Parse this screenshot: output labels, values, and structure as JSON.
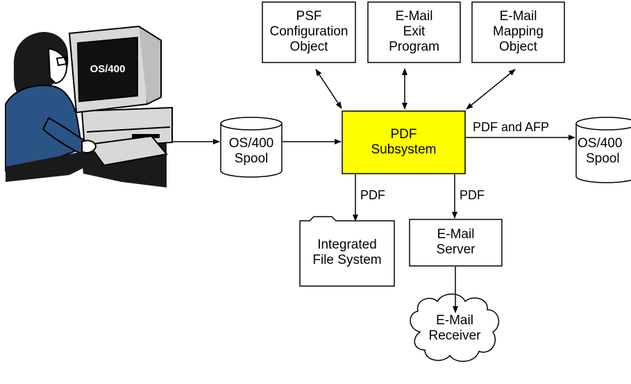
{
  "diagram": {
    "colors": {
      "subsystem_fill": "#ffff00",
      "line": "#000000",
      "workstation_dark": "#1a1a1a",
      "workstation_shirt": "#2b5486"
    },
    "icons": [
      "user-workstation-icon",
      "spool-cylinder-icon",
      "folder-icon",
      "cloud-icon"
    ],
    "workstation": {
      "screen_text": "OS/400"
    },
    "top_boxes": [
      {
        "lines": [
          "PSF",
          "Configuration",
          "Object"
        ]
      },
      {
        "lines": [
          "E-Mail",
          "Exit",
          "Program"
        ]
      },
      {
        "lines": [
          "E-Mail",
          "Mapping",
          "Object"
        ]
      }
    ],
    "input_spool": {
      "lines": [
        "OS/400",
        "Spool"
      ]
    },
    "subsystem": {
      "lines": [
        "PDF",
        "Subsystem"
      ]
    },
    "output_spool": {
      "lines": [
        "OS/400",
        "Spool"
      ]
    },
    "edge_labels": {
      "to_output_spool": "PDF and AFP",
      "to_ifs": "PDF",
      "to_email_server": "PDF"
    },
    "ifs": {
      "lines": [
        "Integrated",
        "File System"
      ]
    },
    "email_server": {
      "lines": [
        "E-Mail",
        "Server"
      ]
    },
    "email_receiver": {
      "lines": [
        "E-Mail",
        "Receiver"
      ]
    }
  }
}
